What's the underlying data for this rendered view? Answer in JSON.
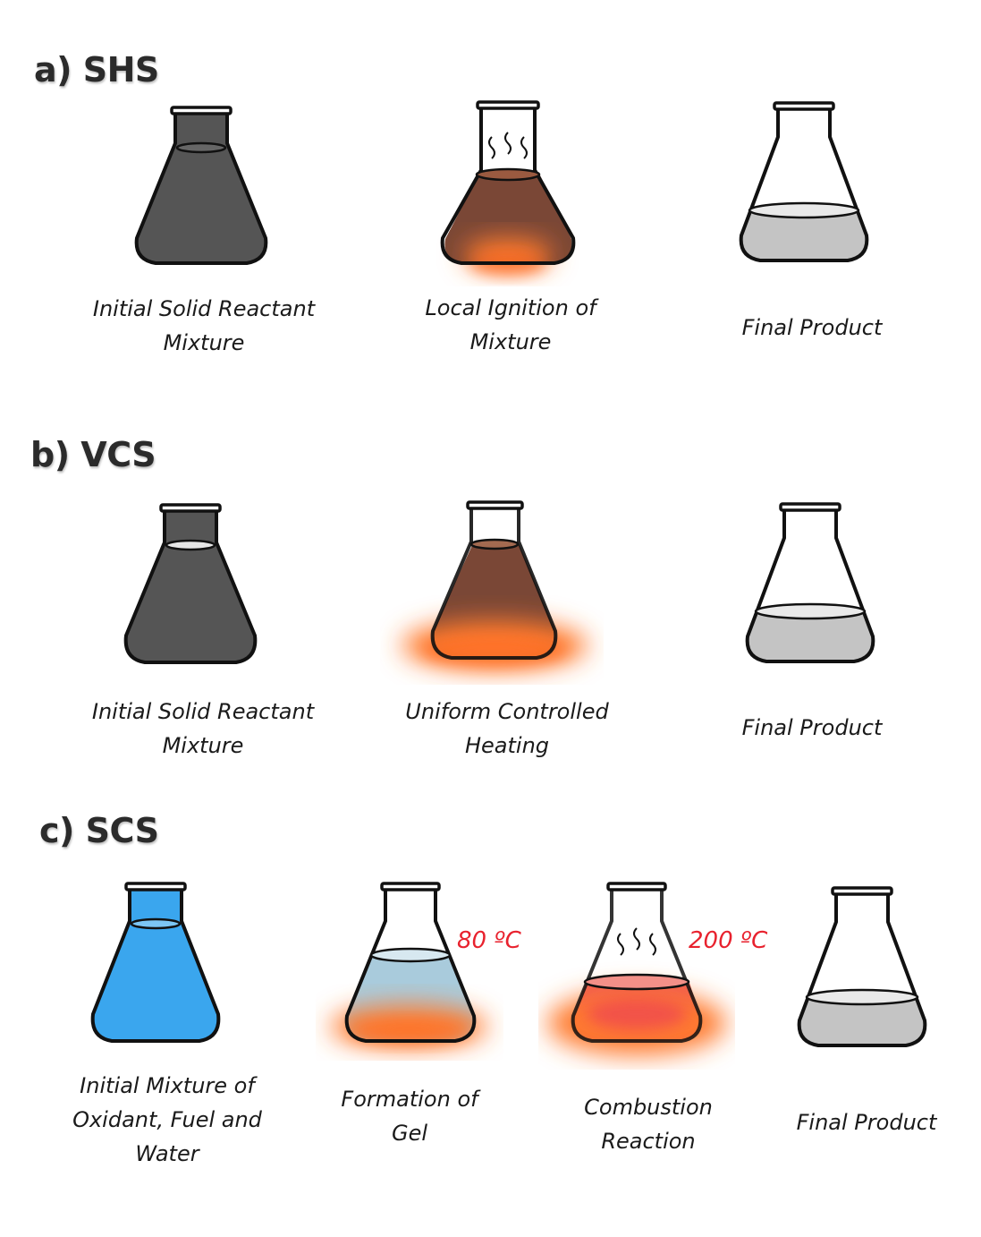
{
  "sections": [
    {
      "label": "a) SHS",
      "steps": [
        {
          "caption": [
            "Initial Solid Reactant",
            "Mixture"
          ]
        },
        {
          "caption": [
            "Local Ignition of",
            "Mixture"
          ]
        },
        {
          "caption": [
            "Final Product"
          ]
        }
      ]
    },
    {
      "label": "b) VCS",
      "steps": [
        {
          "caption": [
            "Initial Solid Reactant",
            "Mixture"
          ]
        },
        {
          "caption": [
            "Uniform Controlled",
            "Heating"
          ]
        },
        {
          "caption": [
            "Final Product"
          ]
        }
      ]
    },
    {
      "label": "c) SCS",
      "steps": [
        {
          "caption": [
            "Initial Mixture of",
            "Oxidant, Fuel and",
            "Water"
          ]
        },
        {
          "caption": [
            "Formation of",
            "Gel"
          ],
          "temperature": "80 ºC"
        },
        {
          "caption": [
            "Combustion",
            "Reaction"
          ],
          "temperature": "200 ºC"
        },
        {
          "caption": [
            "Final Product"
          ]
        }
      ]
    }
  ],
  "colors": {
    "outline": "#111111",
    "solid_reactant": "#555555",
    "ignited_mixture": "#7a4736",
    "product": "#c4c4c4",
    "solution": "#3aa6ee",
    "gel": "#a9cbdc",
    "combustion": "#ef5a55",
    "heat_glow": "#ff7a2e",
    "temperature_text": "#e8222e"
  }
}
